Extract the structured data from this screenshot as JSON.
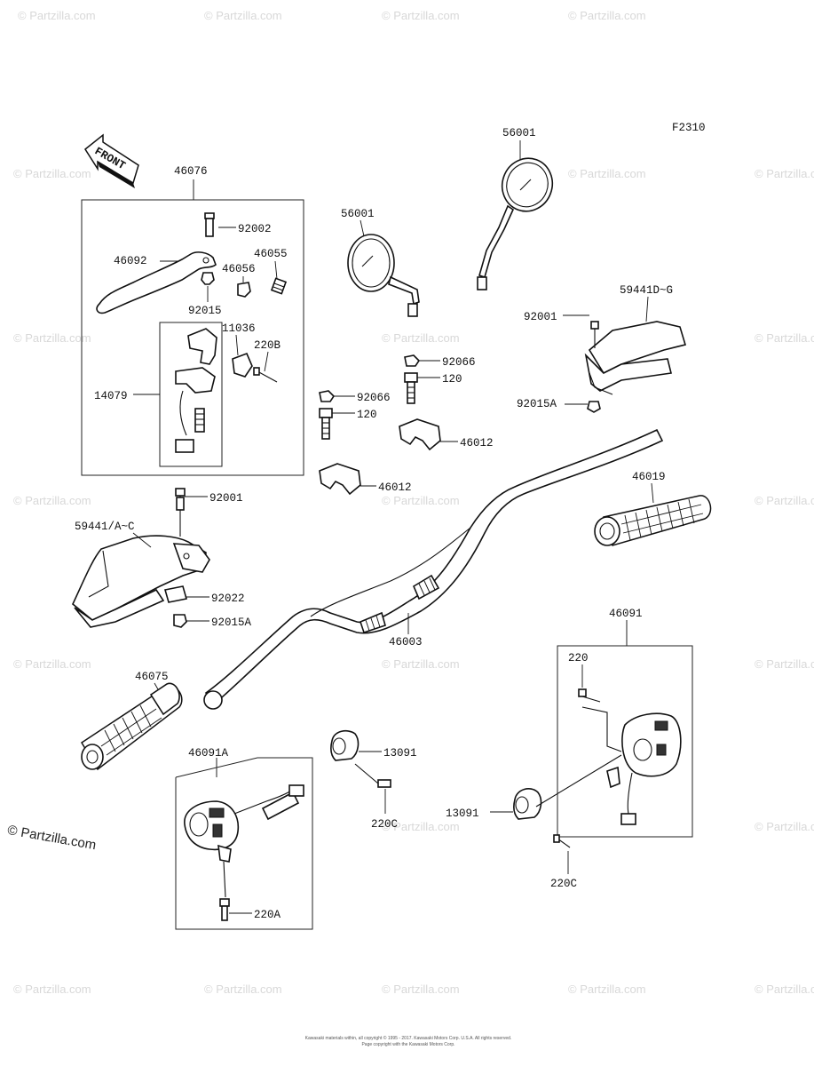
{
  "figure_code": "F2310",
  "front_label": "FRONT",
  "copyright": "© Partzilla.com",
  "watermark": "© Partzilla.com",
  "footer": {
    "line1": "Kawasaki materials within, all copyright © 1995 - 2017. Kawasaki Motors Corp. U.S.A. All rights reserved.",
    "line2": "Page copyright with the Kawasaki Motors Corp."
  },
  "labels": {
    "p46076": "46076",
    "p92002": "92002",
    "p46092": "46092",
    "p46055": "46055",
    "p46056": "46056",
    "p92015": "92015",
    "p11036": "11036",
    "p220B": "220B",
    "p14079": "14079",
    "p56001a": "56001",
    "p56001b": "56001",
    "p59441DG": "59441D~G",
    "p92001a": "92001",
    "p92015Aa": "92015A",
    "p92066a": "92066",
    "p120a": "120",
    "p92066b": "92066",
    "p120b": "120",
    "p46012a": "46012",
    "p46012b": "46012",
    "p92001b": "92001",
    "p59441AC": "59441/A~C",
    "p46019": "46019",
    "p92022": "92022",
    "p92015Ab": "92015A",
    "p46003": "46003",
    "p46091": "46091",
    "p46075": "46075",
    "p220": "220",
    "p46091A": "46091A",
    "p13091a": "13091",
    "p220Ca": "220C",
    "p13091b": "13091",
    "p220Cb": "220C",
    "p220A": "220A"
  }
}
